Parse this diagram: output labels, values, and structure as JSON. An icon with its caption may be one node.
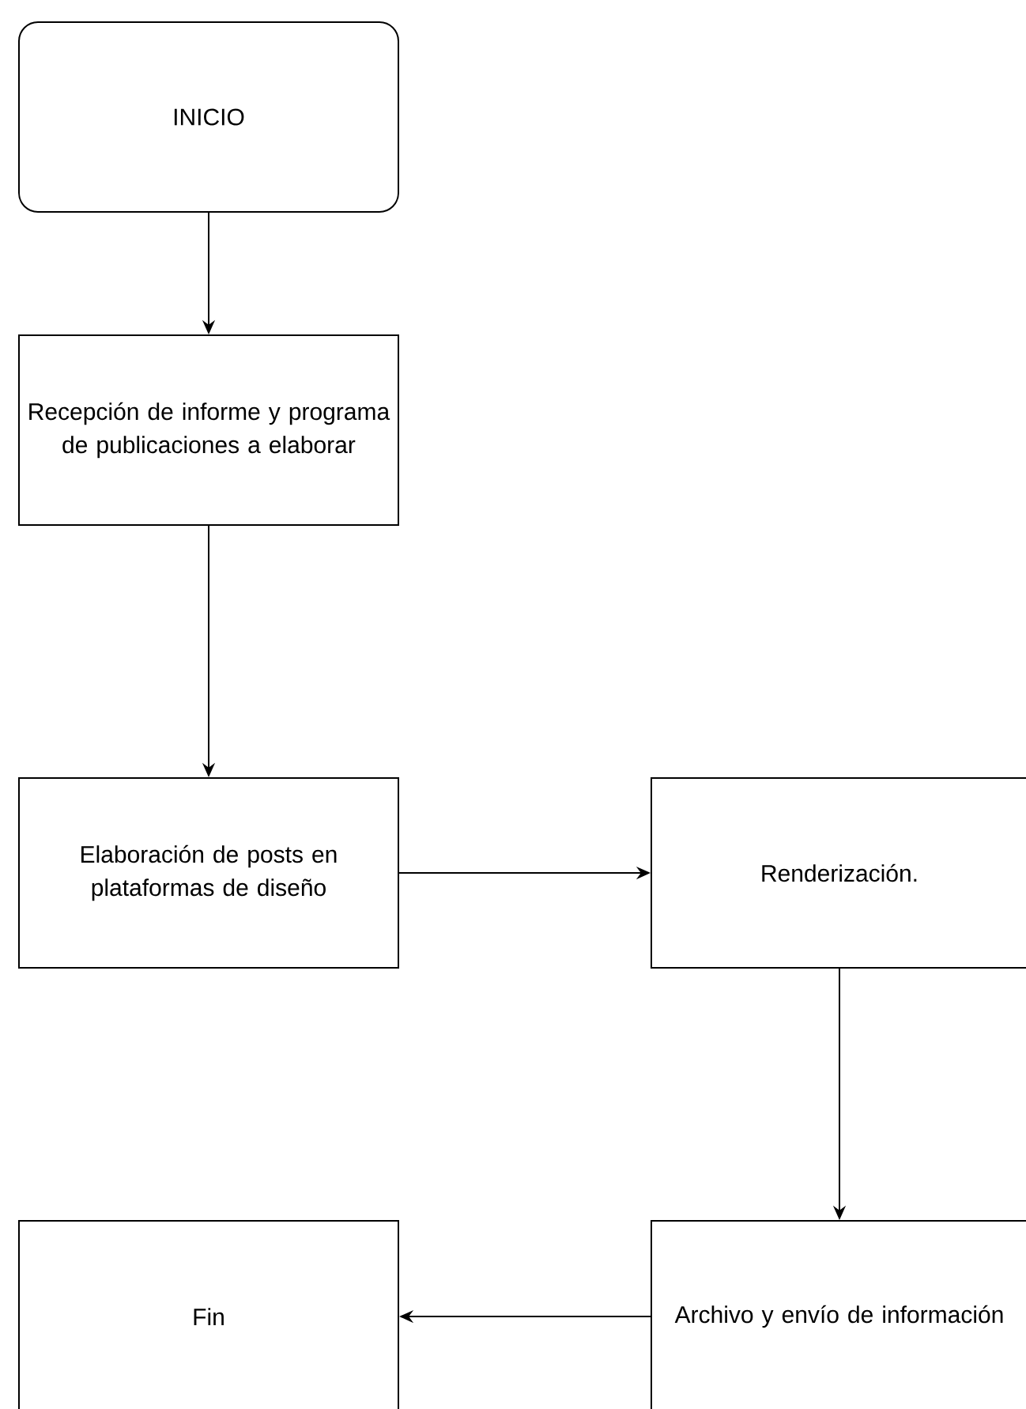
{
  "diagram": {
    "nodes": [
      {
        "text": [
          "INICIO"
        ]
      },
      {
        "text": [
          "Recepción de informe y programa de publicaciones a elaborar"
        ]
      },
      {
        "text": [
          "Elaboración de posts en plataformas de diseño"
        ]
      },
      {
        "text": [
          "Renderización."
        ]
      },
      {
        "text": [
          "Archivo y envío de información"
        ]
      },
      {
        "text": [
          "Fin"
        ]
      }
    ],
    "edges": [
      {
        "from": 0,
        "to": 1,
        "arrow": "to"
      },
      {
        "from": 1,
        "to": 2,
        "arrow": "to"
      },
      {
        "from": 2,
        "to": 3,
        "arrow": "to"
      },
      {
        "from": 3,
        "to": 4,
        "arrow": "to"
      },
      {
        "from": 4,
        "to": 5,
        "arrow": "to"
      }
    ]
  }
}
